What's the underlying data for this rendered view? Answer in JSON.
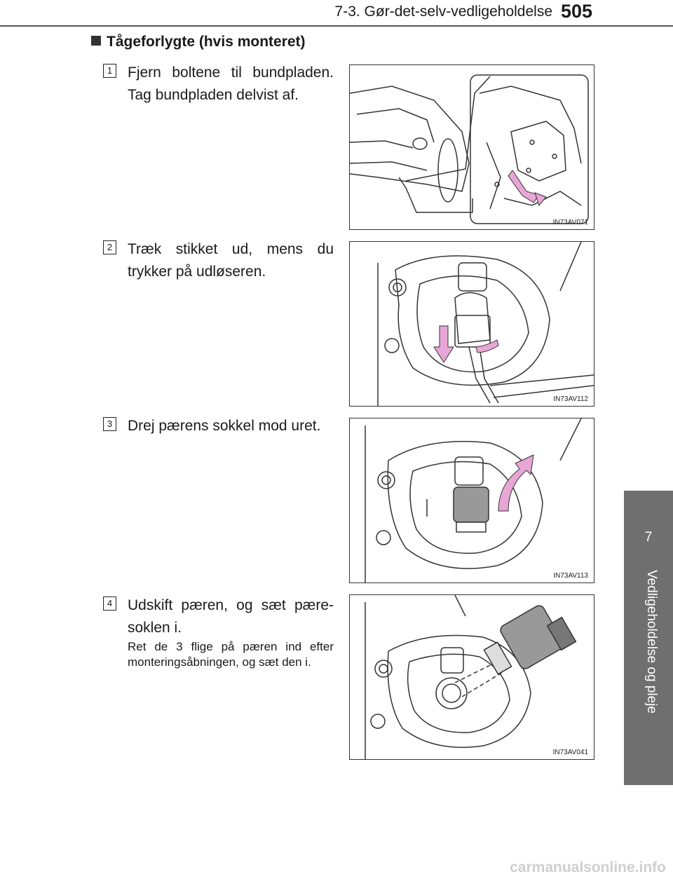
{
  "header": {
    "section": "7-3. Gør-det-selv-vedligeholdelse",
    "page_number": "505"
  },
  "side_tab": {
    "chapter_number": "7",
    "chapter_title": "Vedligeholdelse og pleje"
  },
  "section": {
    "heading": "Tågeforlygte (hvis monteret)"
  },
  "steps": [
    {
      "number": "1",
      "text": "Fjern boltene til bundpladen. Tag bundpladen delvist af.",
      "figure_code": "IN73AV071"
    },
    {
      "number": "2",
      "text": "Træk stikket ud, mens du trykker på udløseren.",
      "figure_code": "IN73AV112"
    },
    {
      "number": "3",
      "text": "Drej pærens sokkel mod uret.",
      "figure_code": "IN73AV113"
    },
    {
      "number": "4",
      "text": "Udskift pæren, og sæt pære-soklen i.",
      "note": "Ret de 3 flige på pæren ind efter monteringsåbningen, og sæt den i.",
      "figure_code": "IN73AV041"
    }
  ],
  "colors": {
    "arrow": "#e8a6d6",
    "tab": "#6f6f6f"
  },
  "watermark": "carmanualsonline.info"
}
